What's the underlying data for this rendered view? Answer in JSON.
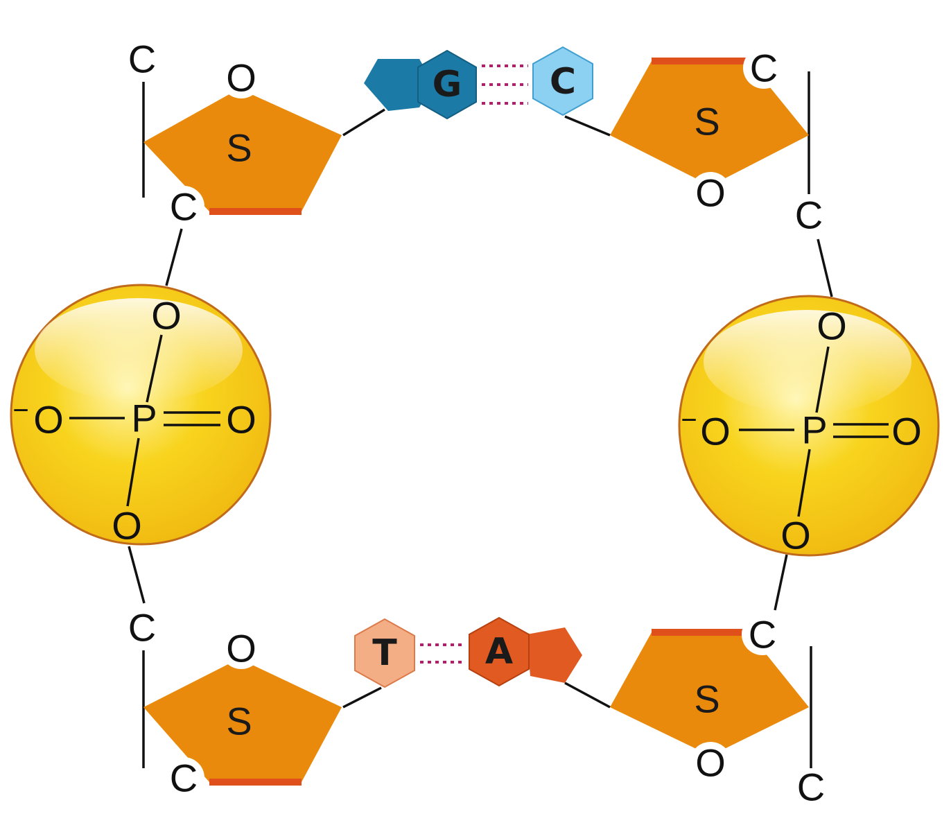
{
  "labels": {
    "carbon": "C",
    "oxygen": "O",
    "sugar": "S",
    "phosphorus": "P",
    "negative_charge": "−"
  },
  "bases": {
    "guanine": "G",
    "cytosine": "C",
    "thymine": "T",
    "adenine": "A"
  },
  "colors": {
    "sugar_fill": "#ea8a0c",
    "sugar_edge": "#e0501a",
    "phosphate_fill": "#f6cf16",
    "phosphate_edge": "#c06a1a",
    "guanine": "#1b7aa6",
    "cytosine": "#8cd0f2",
    "thymine": "#f4ae86",
    "adenine": "#e05a22",
    "hydrogen_bond": "#b0206a"
  }
}
